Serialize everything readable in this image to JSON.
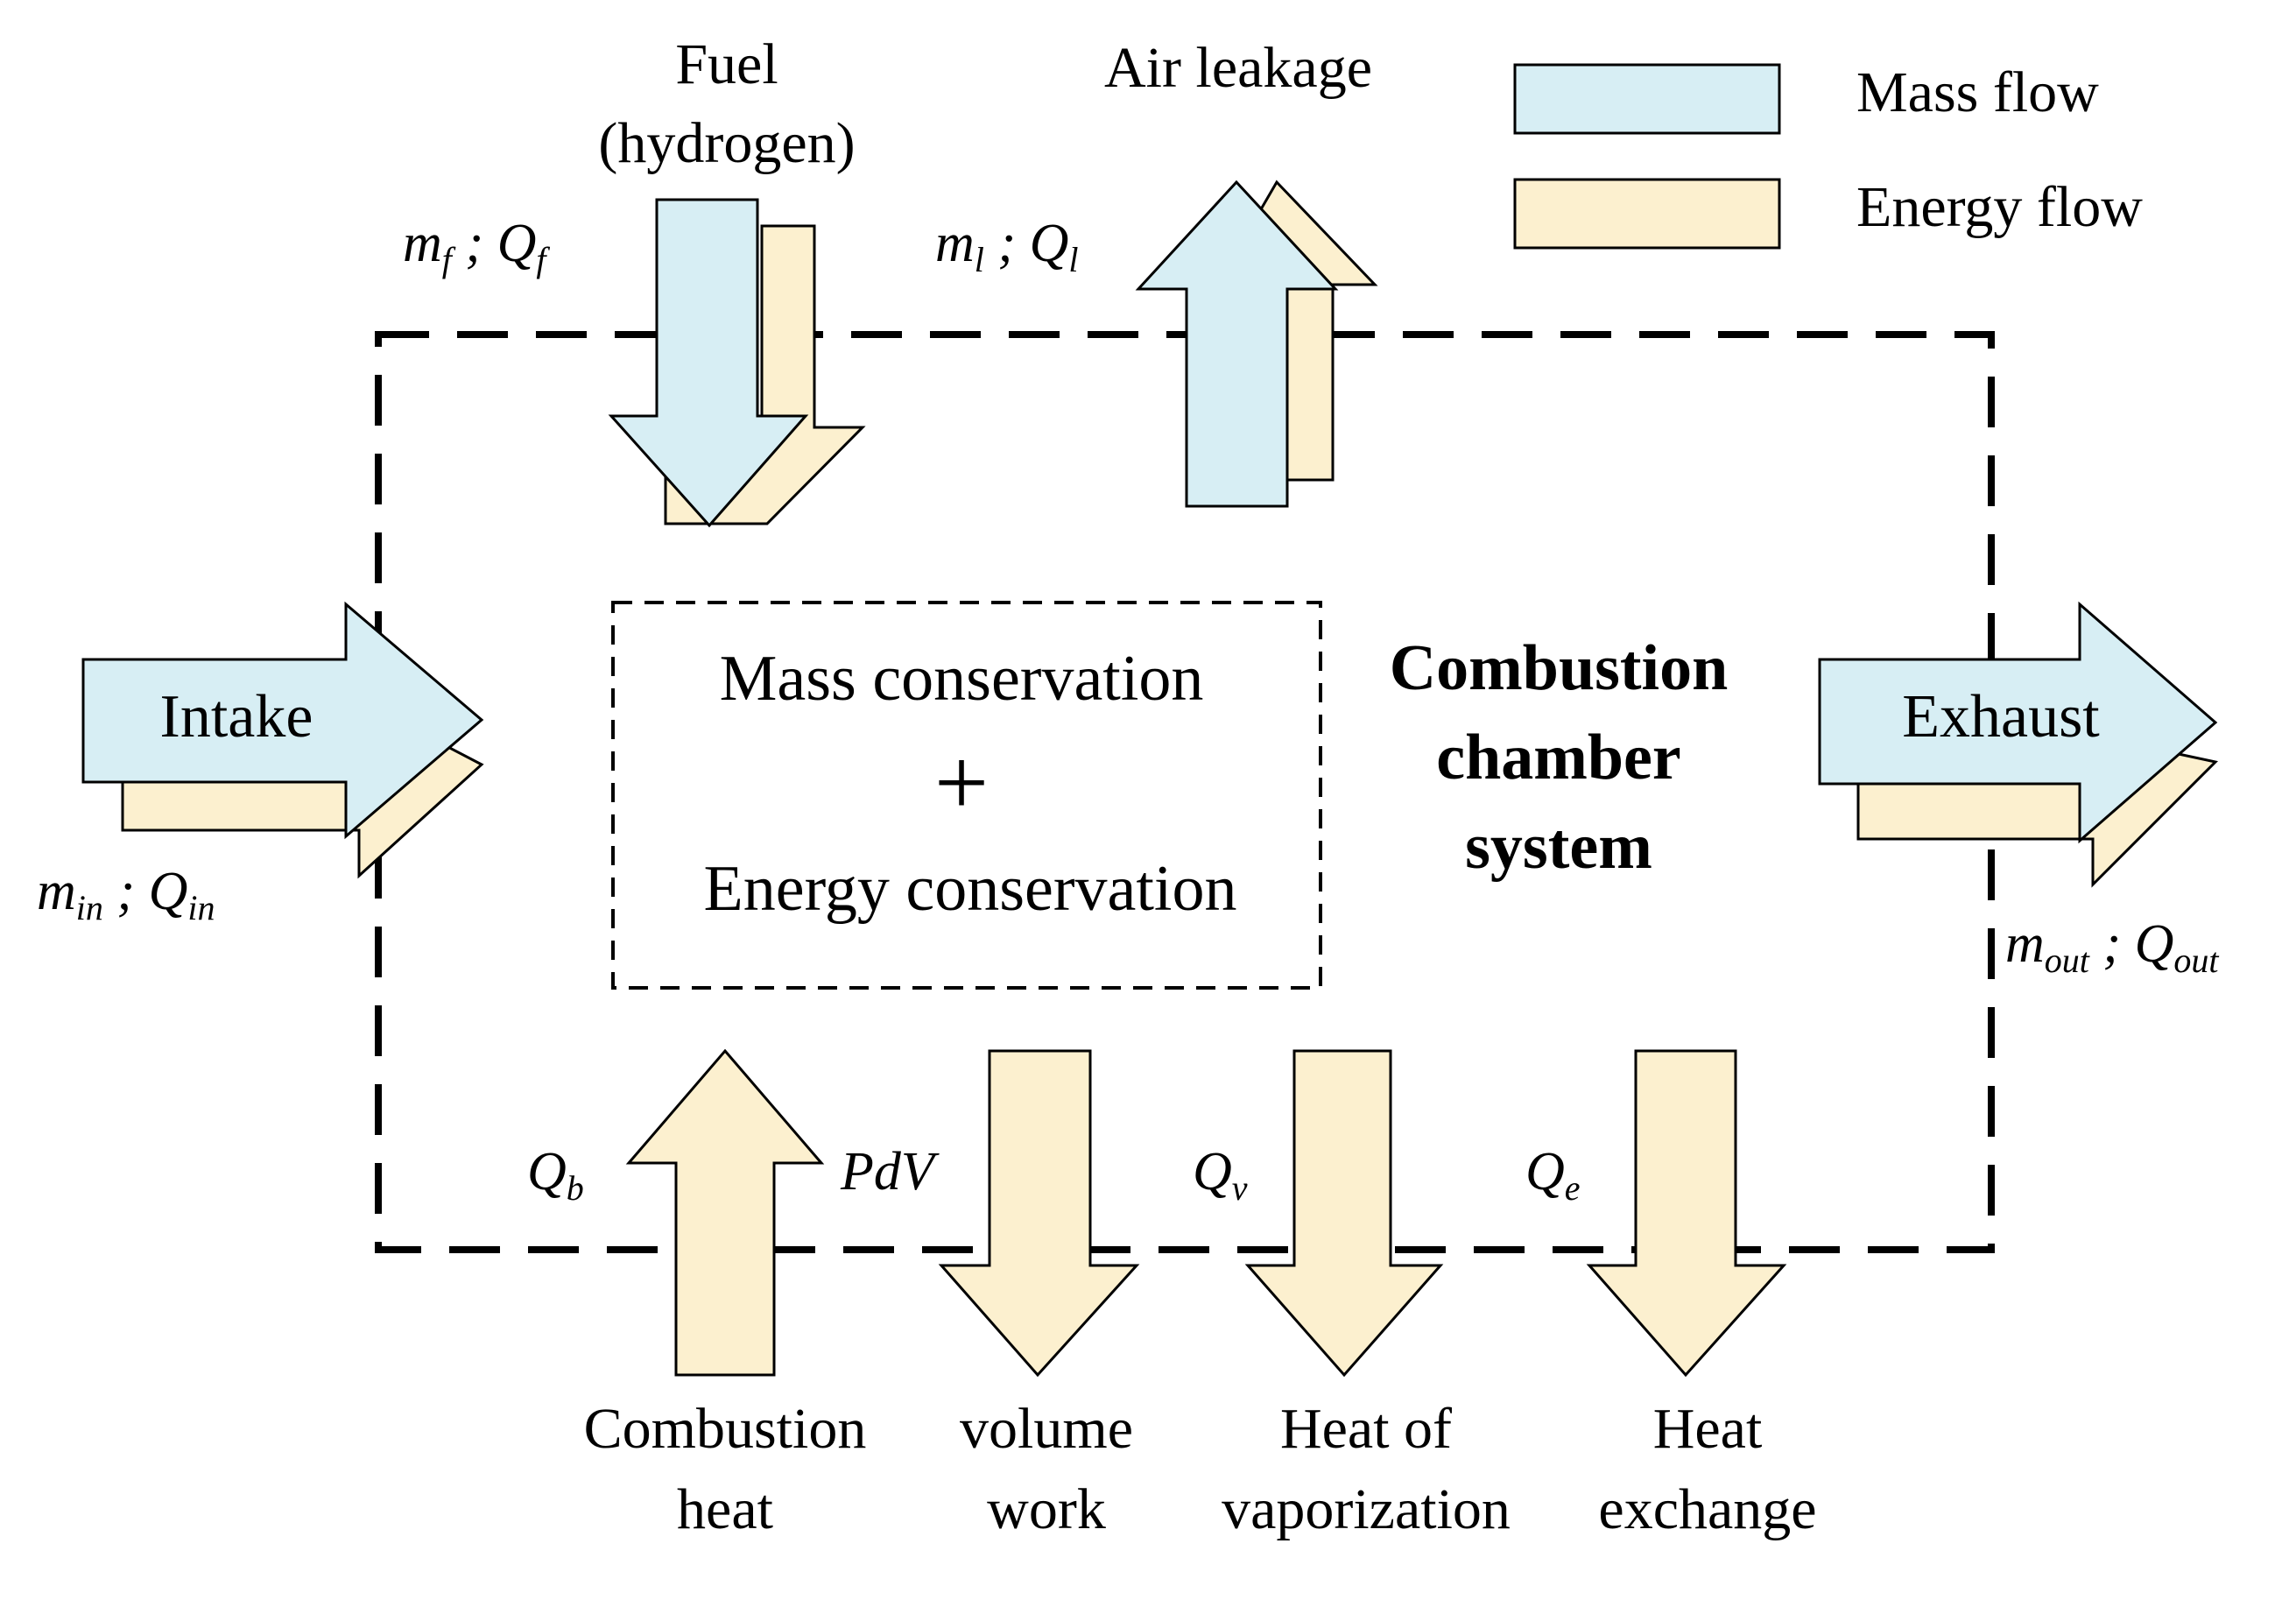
{
  "legend": {
    "mass_flow": "Mass flow",
    "energy_flow": "Energy flow"
  },
  "colors": {
    "mass_fill": "#d7eef4",
    "energy_fill": "#fcf0cf",
    "stroke": "#000000"
  },
  "arrows": {
    "fuel_line1": "Fuel",
    "fuel_line2": "(hydrogen)",
    "air_leakage": "Air leakage",
    "intake": "Intake",
    "exhaust": "Exhaust",
    "combustion_heat_line1": "Combustion",
    "combustion_heat_line2": "heat",
    "volume_work_line1": "volume",
    "volume_work_line2": "work",
    "vaporization_line1": "Heat of",
    "vaporization_line2": "vaporization",
    "heat_exchange_line1": "Heat",
    "heat_exchange_line2": "exchange"
  },
  "symbols": {
    "fuel": {
      "m": "m",
      "m_sub": "f",
      "sep": " ; ",
      "q": "Q",
      "q_sub": "f"
    },
    "leak": {
      "m": "m",
      "m_sub": "l",
      "sep": " ; ",
      "q": "Q",
      "q_sub": "l"
    },
    "intake": {
      "m": "m",
      "m_sub": "in",
      "sep": " ; ",
      "q": "Q",
      "q_sub": "in"
    },
    "exhaust": {
      "m": "m",
      "m_sub": "out",
      "sep": " ; ",
      "q": "Q",
      "q_sub": "out"
    },
    "qb": {
      "q": "Q",
      "q_sub": "b"
    },
    "pdv": "PdV",
    "qv": {
      "q": "Q",
      "q_sub": "v"
    },
    "qe": {
      "q": "Q",
      "q_sub": "e"
    }
  },
  "center": {
    "line1": "Mass conservation",
    "plus": "+",
    "line2": "Energy conservation"
  },
  "system": {
    "line1": "Combustion",
    "line2": "chamber",
    "line3": "system"
  }
}
